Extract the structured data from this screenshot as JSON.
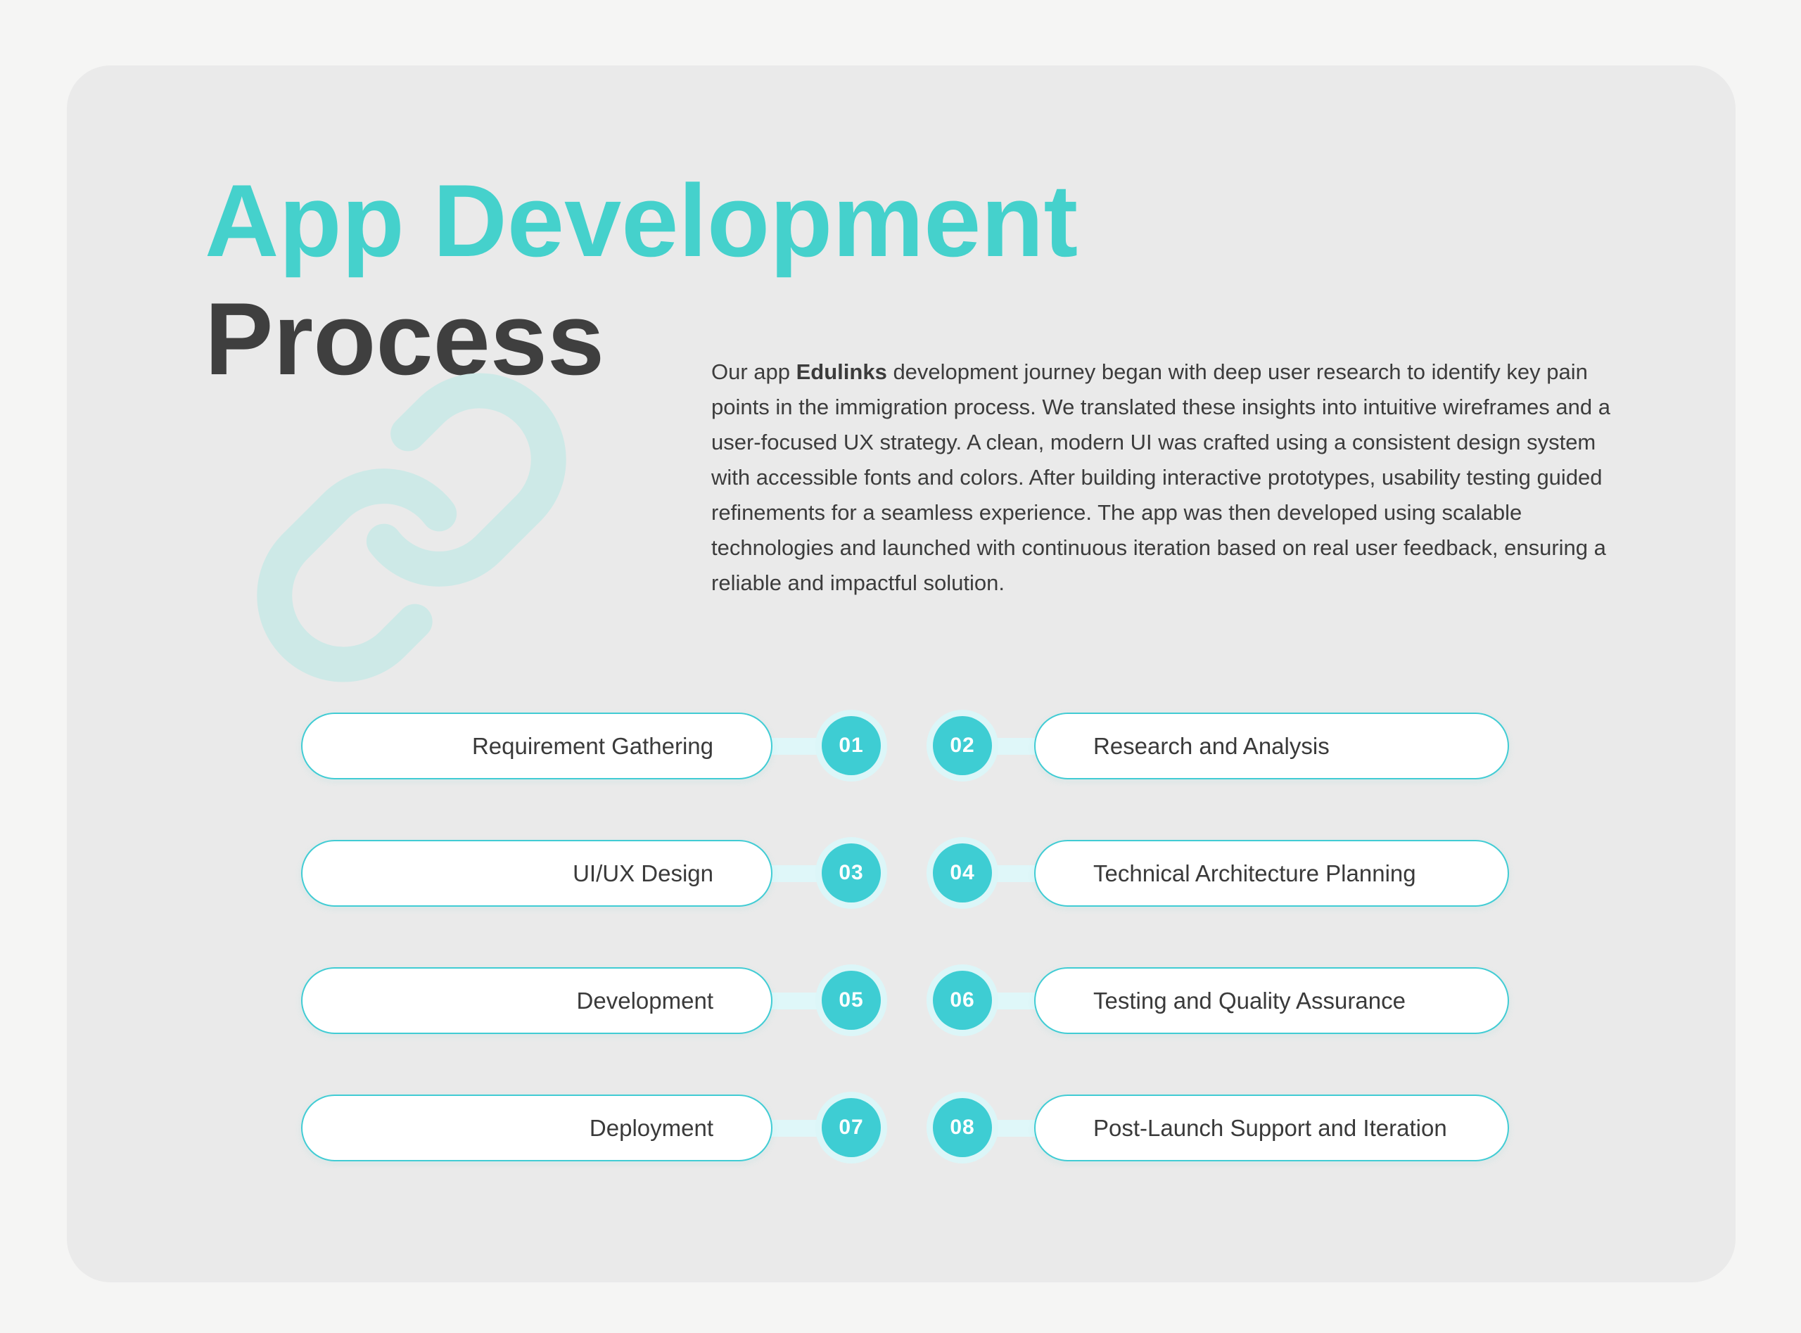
{
  "header": {
    "title_accent": "App Development",
    "title_primary": "Process"
  },
  "intro": {
    "part1": "Our app ",
    "brand": "Edulinks",
    "part2": " development journey began with deep user research to identify key pain points in the immigration process. We translated these insights into intuitive wireframes and a user-focused UX strategy. A clean, modern UI was crafted using a consistent design system with accessible fonts and colors. After building interactive prototypes, usability testing guided refinements for a seamless experience. The app was then developed using scalable technologies and launched with continuous iteration based on real user feedback, ensuring a reliable and impactful solution."
  },
  "icons": {
    "watermark": "chain-link-icon"
  },
  "colors": {
    "accent_teal": "#45D1CC",
    "badge_teal": "#3ECDD3",
    "pill_border_teal": "#41CCD4",
    "light_cyan": "#DFF7F9",
    "watermark_teal": "#cde9e7",
    "title_dark": "#3F3F3F",
    "body_text": "#3C3C3C",
    "pill_text": "#3A3A3A",
    "card_background": "#EAEAEA",
    "page_background": "#F5F5F4"
  },
  "process_rows": [
    {
      "left": {
        "number": "01",
        "label": "Requirement Gathering"
      },
      "right": {
        "number": "02",
        "label": "Research and Analysis"
      }
    },
    {
      "left": {
        "number": "03",
        "label": "UI/UX Design"
      },
      "right": {
        "number": "04",
        "label": "Technical Architecture Planning"
      }
    },
    {
      "left": {
        "number": "05",
        "label": "Development"
      },
      "right": {
        "number": "06",
        "label": "Testing and Quality Assurance"
      }
    },
    {
      "left": {
        "number": "07",
        "label": "Deployment"
      },
      "right": {
        "number": "08",
        "label": "Post-Launch Support and Iteration"
      }
    }
  ]
}
